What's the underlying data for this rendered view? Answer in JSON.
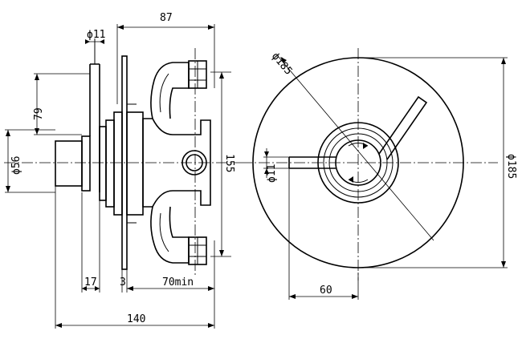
{
  "side_view": {
    "dim_overall_depth": "87",
    "dim_lever_thickness": "ϕ11",
    "dim_lever_height": "79",
    "dim_knob_dia": "ϕ56",
    "dim_body_height": "155",
    "dim_lever_offset": "17",
    "dim_plate": "3",
    "dim_min_depth": "70min",
    "dim_total_length": "140"
  },
  "front_view": {
    "dim_plate_dia_top": "ϕ185",
    "dim_plate_dia_right": "ϕ185",
    "dim_lever_dia": "ϕ11",
    "dim_lever_length": "60"
  }
}
